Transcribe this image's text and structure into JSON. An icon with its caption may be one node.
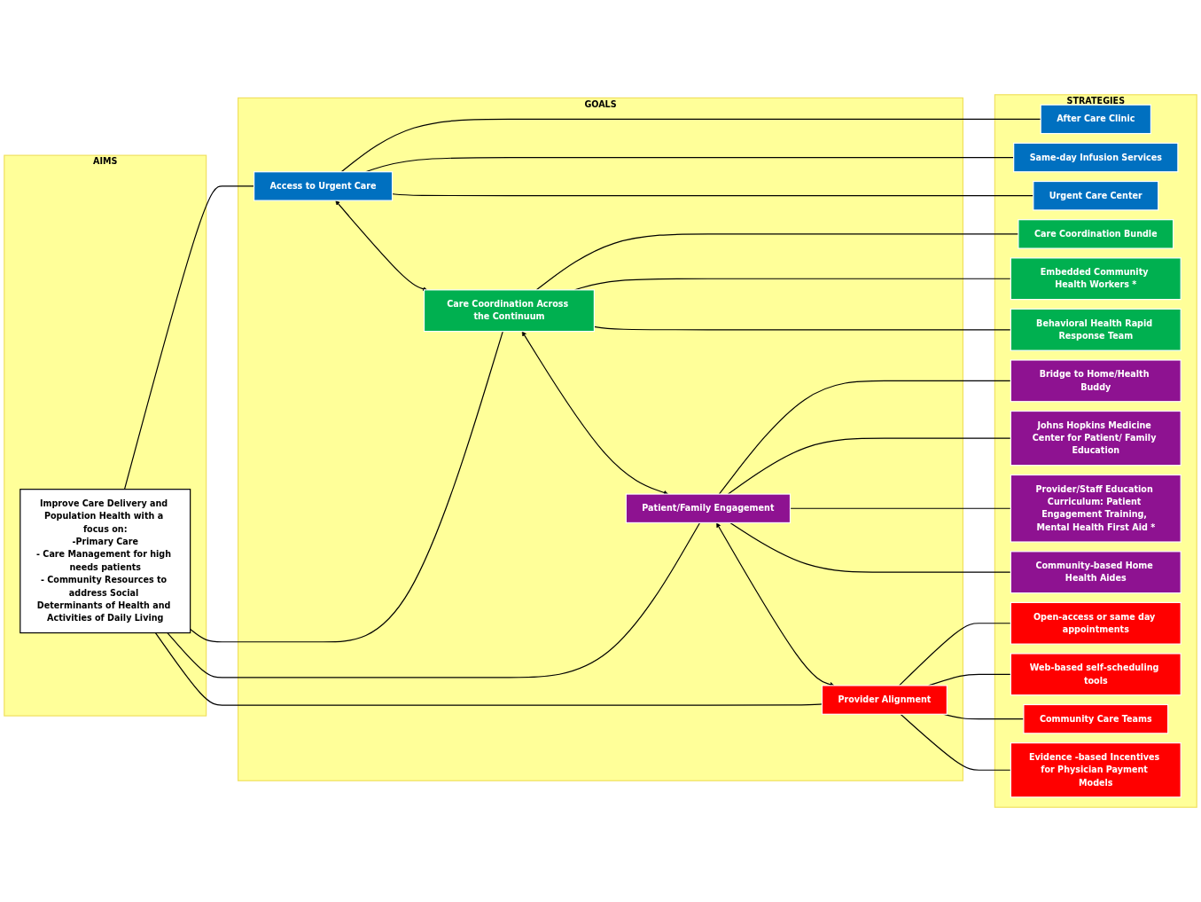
{
  "diagram": {
    "nodes": [
      {
        "text": [
          "AIMS"
        ]
      },
      {
        "text": [
          "Improve Care Delivery and Population Health with a focus on:",
          "-Primary Care",
          "- Care Management for high needs patients",
          "- Community Resources to address Social Determinants of Health and Activities of Daily Living"
        ],
        "in": 0
      },
      {
        "text": [
          "GOALS"
        ]
      },
      {
        "text": [
          "Access to Urgent Care"
        ],
        "in": 2
      },
      {
        "text": [
          "Care Coordination Across the Continuum"
        ],
        "in": 2
      },
      {
        "text": [
          "Patient/Family Engagement"
        ],
        "in": 2
      },
      {
        "text": [
          "Provider Alignment"
        ],
        "in": 2
      },
      {
        "text": [
          "STRATEGIES"
        ]
      },
      {
        "text": [
          "After Care Clinic"
        ],
        "in": 7
      },
      {
        "text": [
          "Same-day Infusion Services"
        ],
        "in": 7
      },
      {
        "text": [
          "Urgent Care Center"
        ],
        "in": 7
      },
      {
        "text": [
          "Care Coordination Bundle"
        ],
        "in": 7
      },
      {
        "text": [
          "Embedded Community Health Workers *"
        ],
        "in": 7
      },
      {
        "text": [
          "Behavioral Health Rapid Response Team"
        ],
        "in": 7
      },
      {
        "text": [
          "Bridge to Home/Health Buddy"
        ],
        "in": 7
      },
      {
        "text": [
          "Johns Hopkins Medicine Center for Patient/ Family Education"
        ],
        "in": 7
      },
      {
        "text": [
          "Provider/Staff Education Curriculum: Patient Engagement Training, Mental Health First Aid *"
        ],
        "in": 7
      },
      {
        "text": [
          "Community-based Home Health Aides"
        ],
        "in": 7
      },
      {
        "text": [
          "Open-access or same day appointments"
        ],
        "in": 7
      },
      {
        "text": [
          "Web-based self-scheduling tools"
        ],
        "in": 7
      },
      {
        "text": [
          "Community Care Teams"
        ],
        "in": 7
      },
      {
        "text": [
          "Evidence -based Incentives for Physician Payment Models"
        ],
        "in": 7
      }
    ],
    "edges": [
      {
        "from": 1,
        "to": 3,
        "arrow": "none"
      },
      {
        "from": 1,
        "to": 4,
        "arrow": "none"
      },
      {
        "from": 1,
        "to": 5,
        "arrow": "none"
      },
      {
        "from": 1,
        "to": 6,
        "arrow": "none"
      },
      {
        "from": 3,
        "to": 4,
        "arrow": "both"
      },
      {
        "from": 4,
        "to": 5,
        "arrow": "both"
      },
      {
        "from": 5,
        "to": 6,
        "arrow": "both"
      },
      {
        "from": 3,
        "to": 8,
        "arrow": "none"
      },
      {
        "from": 3,
        "to": 9,
        "arrow": "none"
      },
      {
        "from": 3,
        "to": 10,
        "arrow": "none"
      },
      {
        "from": 4,
        "to": 11,
        "arrow": "none"
      },
      {
        "from": 4,
        "to": 12,
        "arrow": "none"
      },
      {
        "from": 4,
        "to": 13,
        "arrow": "none"
      },
      {
        "from": 5,
        "to": 14,
        "arrow": "none"
      },
      {
        "from": 5,
        "to": 15,
        "arrow": "none"
      },
      {
        "from": 5,
        "to": 16,
        "arrow": "none"
      },
      {
        "from": 5,
        "to": 17,
        "arrow": "none"
      },
      {
        "from": 6,
        "to": 18,
        "arrow": "none"
      },
      {
        "from": 6,
        "to": 19,
        "arrow": "none"
      },
      {
        "from": 6,
        "to": 20,
        "arrow": "none"
      },
      {
        "from": 6,
        "to": 21,
        "arrow": "none"
      }
    ]
  }
}
